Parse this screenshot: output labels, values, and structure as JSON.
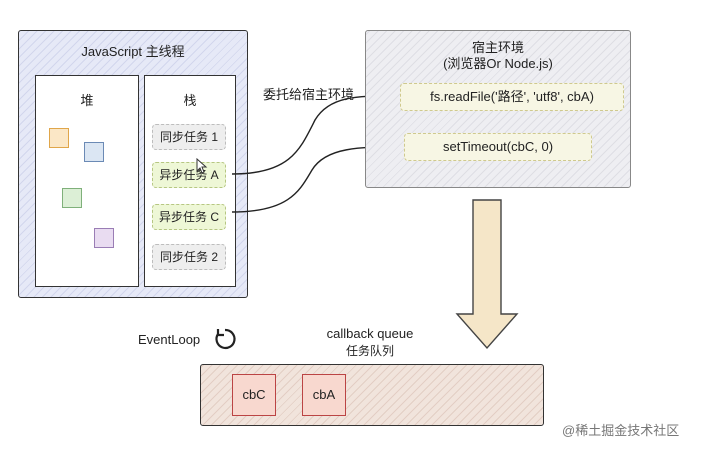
{
  "main_thread": {
    "title": "JavaScript 主线程"
  },
  "heap": {
    "title": "堆"
  },
  "stack": {
    "title": "栈",
    "items": [
      "同步任务 1",
      "异步任务 A",
      "异步任务 C",
      "同步任务 2"
    ]
  },
  "delegate_label": "委托给宿主环境",
  "host": {
    "title": "宿主环境",
    "subtitle": "(浏览器Or Node.js)",
    "ops": [
      "fs.readFile('路径', 'utf8', cbA)",
      "setTimeout(cbC, 0)"
    ]
  },
  "event_loop": {
    "label": "EventLoop",
    "icon": "loop-arrow-icon"
  },
  "callback_queue": {
    "title": "callback queue",
    "subtitle": "任务队列",
    "items": [
      "cbC",
      "cbA"
    ]
  },
  "watermark": "@稀土掘金技术社区",
  "colors": {
    "main": "#e6e9f7",
    "host": "#eeeef2",
    "queue": "#f1e4dc",
    "cb": "#f8d8cf"
  }
}
